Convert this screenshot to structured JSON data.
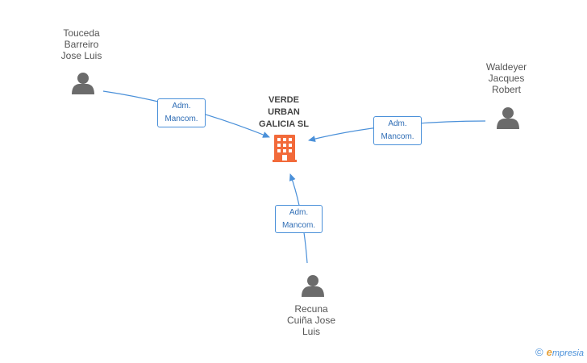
{
  "company": {
    "name_lines": [
      "VERDE",
      "URBAN",
      "GALICIA SL"
    ],
    "icon": "building-icon",
    "color": "#f26a3a"
  },
  "persons": [
    {
      "id": "touceda",
      "name_lines": [
        "Touceda",
        "Barreiro",
        "Jose Luis"
      ],
      "icon": "person-icon"
    },
    {
      "id": "waldeyer",
      "name_lines": [
        "Waldeyer",
        "Jacques",
        "Robert"
      ],
      "icon": "person-icon"
    },
    {
      "id": "recuna",
      "name_lines": [
        "Recuna",
        "Cuiña Jose",
        "Luis"
      ],
      "icon": "person-icon"
    }
  ],
  "relations": [
    {
      "from": "touceda",
      "label_lines": [
        "Adm.",
        "Mancom."
      ]
    },
    {
      "from": "waldeyer",
      "label_lines": [
        "Adm.",
        "Mancom."
      ]
    },
    {
      "from": "recuna",
      "label_lines": [
        "Adm.",
        "Mancom."
      ]
    }
  ],
  "brand": {
    "copyright": "©",
    "initial": "e",
    "rest": "mpresia"
  },
  "colors": {
    "edge": "#4a90d9",
    "person_icon": "#6b6b6b"
  }
}
